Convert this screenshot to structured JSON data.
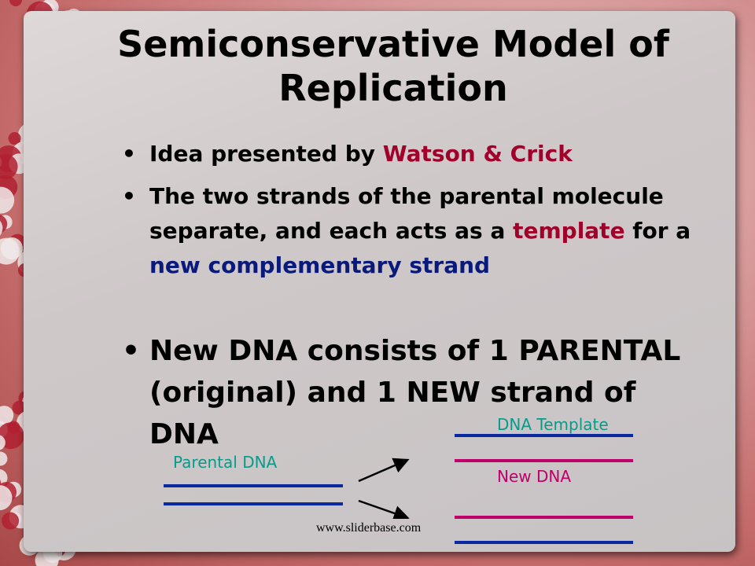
{
  "title": "Semiconservative Model of Replication",
  "bullets": [
    {
      "a": "Idea presented by ",
      "b": "Watson & Crick"
    },
    {
      "a": "The two strands of the parental molecule separate, and each acts as a ",
      "b": "template",
      "c": " for a ",
      "d": "new complementary strand"
    },
    {
      "a": "New DNA consists of 1 PARENTAL (original) and 1 NEW strand of DNA"
    }
  ],
  "diagram": {
    "parental": "Parental DNA",
    "template": "DNA Template",
    "new": "New DNA"
  },
  "watermark": "www.sliderbase.com",
  "colors": {
    "teal": "#0a9a8a",
    "magenta": "#c0006a",
    "blue": "#0a28a0",
    "red": "#a0002a"
  }
}
